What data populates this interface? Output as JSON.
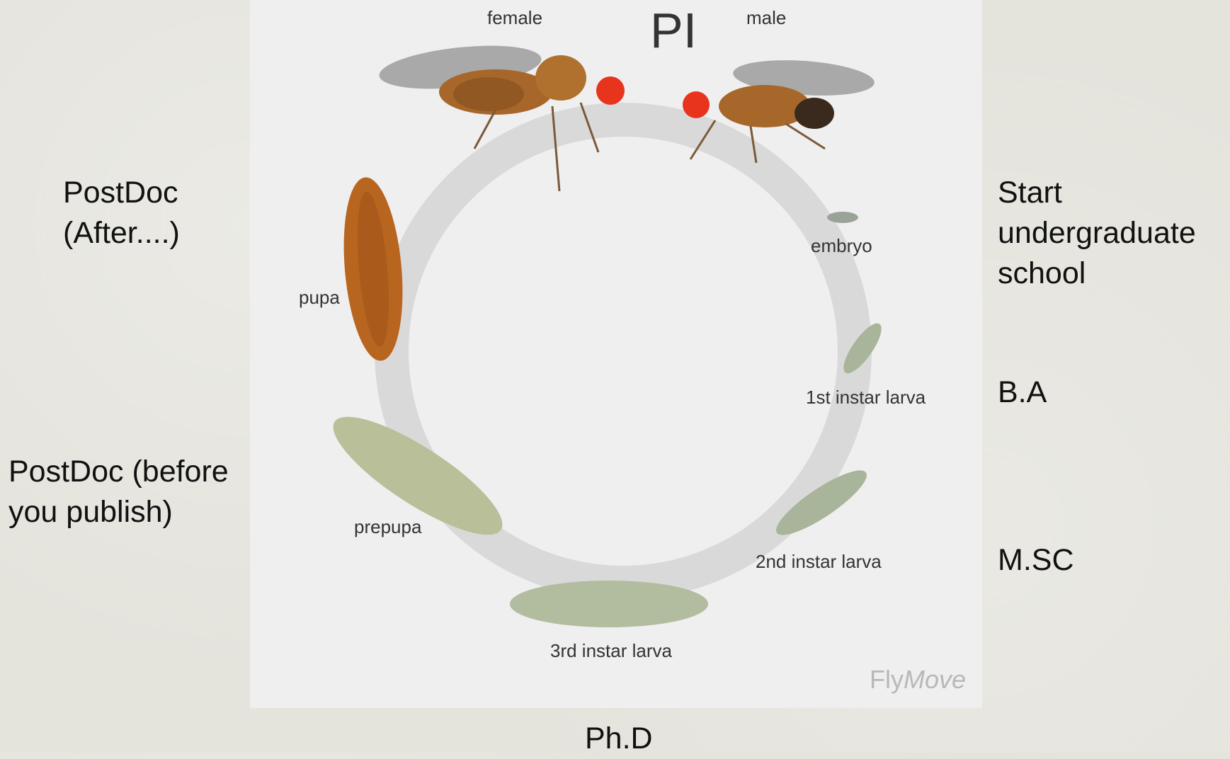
{
  "slide": {
    "title": "PI",
    "stages": [
      {
        "key": "start",
        "text": "Start\nundergraduate\nschool"
      },
      {
        "key": "ba",
        "text": "B.A"
      },
      {
        "key": "msc",
        "text": "M.SC"
      },
      {
        "key": "phd",
        "text": "Ph.D"
      },
      {
        "key": "postdoc_before",
        "text": "PostDoc (before\nyou publish)"
      },
      {
        "key": "postdoc_after",
        "text": "PostDoc\n(After....)"
      }
    ]
  },
  "diagram": {
    "labels": {
      "female": "female",
      "male": "male",
      "embryo": "embryo",
      "first_instar": "1st instar larva",
      "second_instar": "2nd instar larva",
      "third_instar": "3rd instar larva",
      "prepupa": "prepupa",
      "pupa": "pupa"
    },
    "watermark": {
      "fly": "Fly",
      "move": "Move"
    },
    "colors": {
      "ring": "#d9d9d9",
      "fly_body": "#a8672a",
      "fly_eye": "#e8341c",
      "larva": "#a9b59a",
      "pupa": "#b8651f",
      "prepupa": "#b9bf98"
    }
  }
}
